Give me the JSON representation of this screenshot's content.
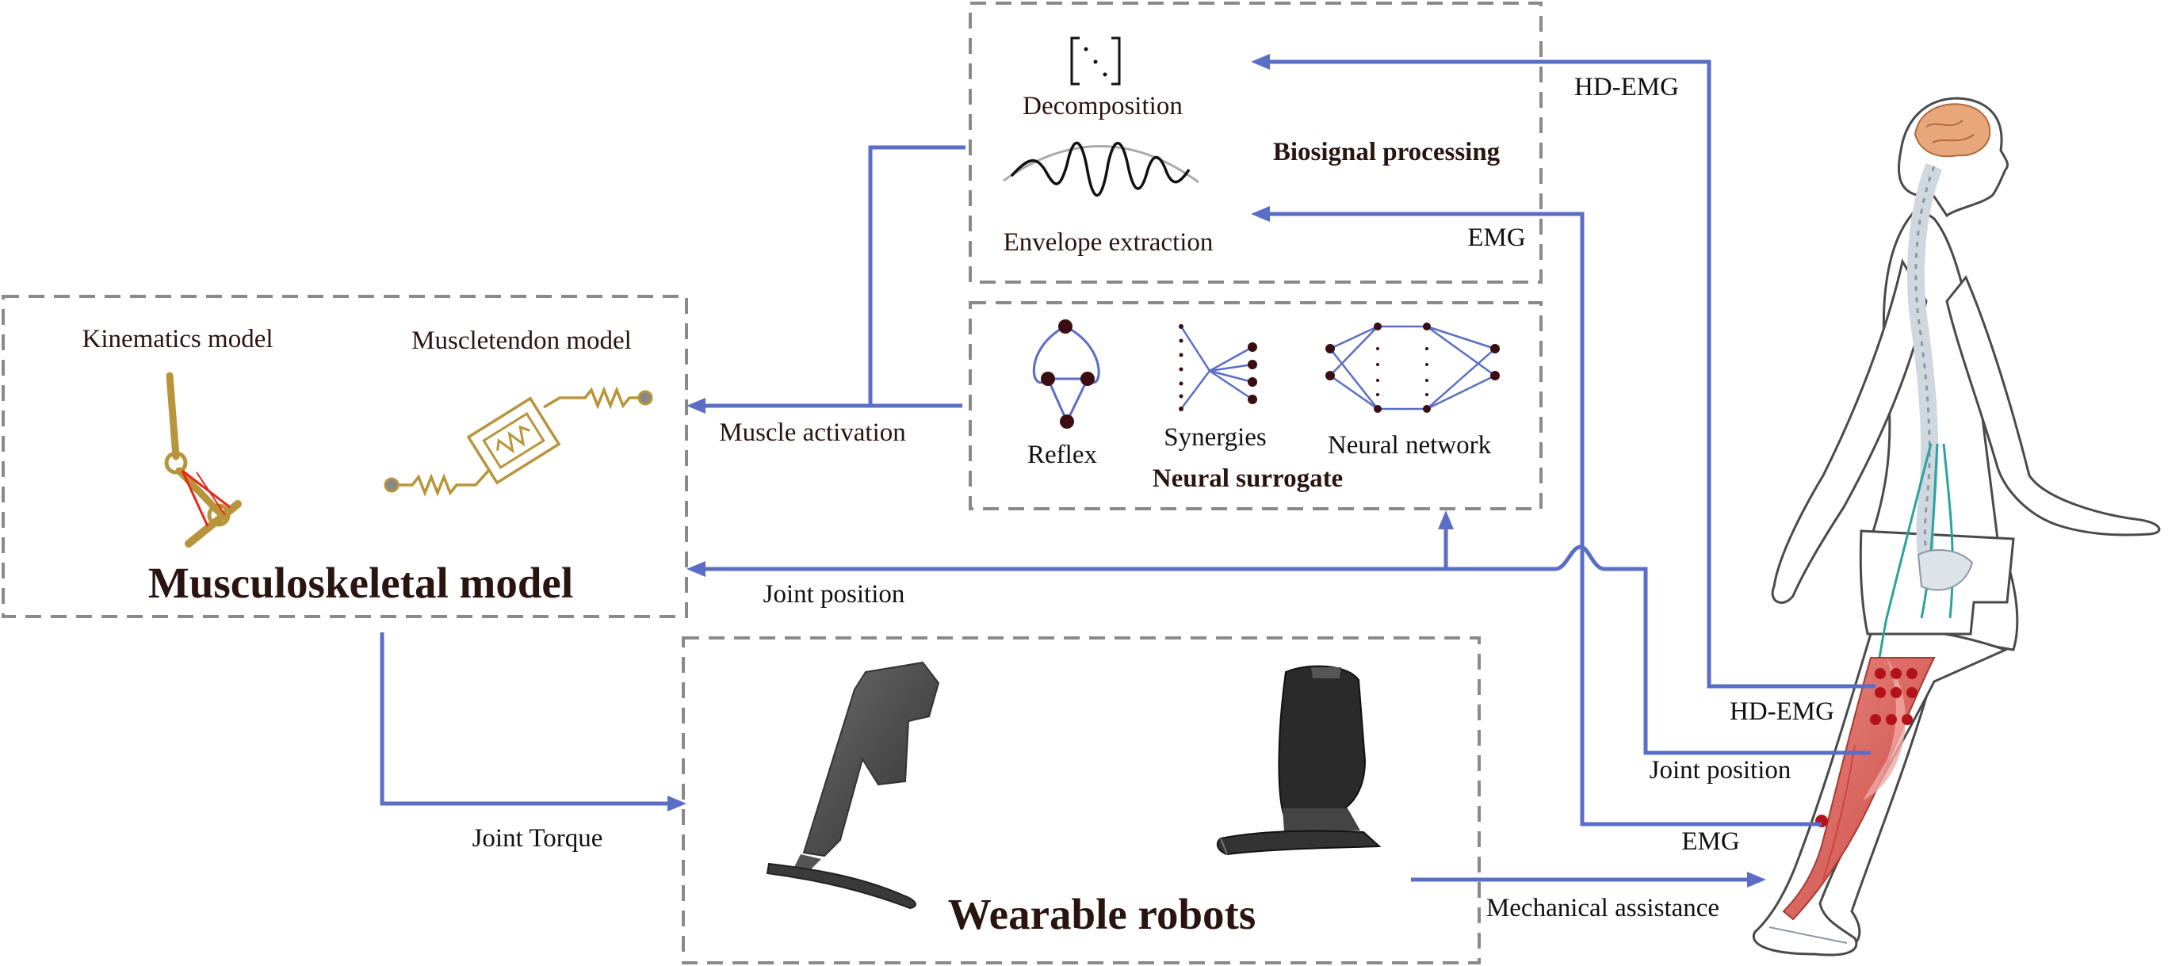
{
  "boxes": {
    "biosignal_title": "Biosignal processing",
    "decomposition": "Decomposition",
    "decomposition_symbol": "[ ⋱ ]",
    "envelope": "Envelope extraction",
    "surrogate_title": "Neural surrogate",
    "reflex": "Reflex",
    "synergies": "Synergies",
    "neural_network": "Neural network",
    "msk_title": "Musculoskeletal model",
    "kinematics": "Kinematics model",
    "muscletendon": "Muscletendon model",
    "robots_title": "Wearable robots"
  },
  "arrows": {
    "muscle_activation": "Muscle activation",
    "joint_position_left": "Joint position",
    "joint_torque": "Joint Torque",
    "mechanical_assistance": "Mechanical assistance",
    "hdemg_top": "HD-EMG",
    "emg_top": "EMG",
    "hdemg_leg": "HD-EMG",
    "joint_position_leg": "Joint position",
    "emg_leg": "EMG"
  },
  "colors": {
    "arrow": "#5b6ec7",
    "box_border": "#8a8a8a",
    "label_text": "#2a1410",
    "robot_gold": "#b8953a",
    "muscle_red": "#d9534f",
    "brain": "#e8a77a"
  }
}
